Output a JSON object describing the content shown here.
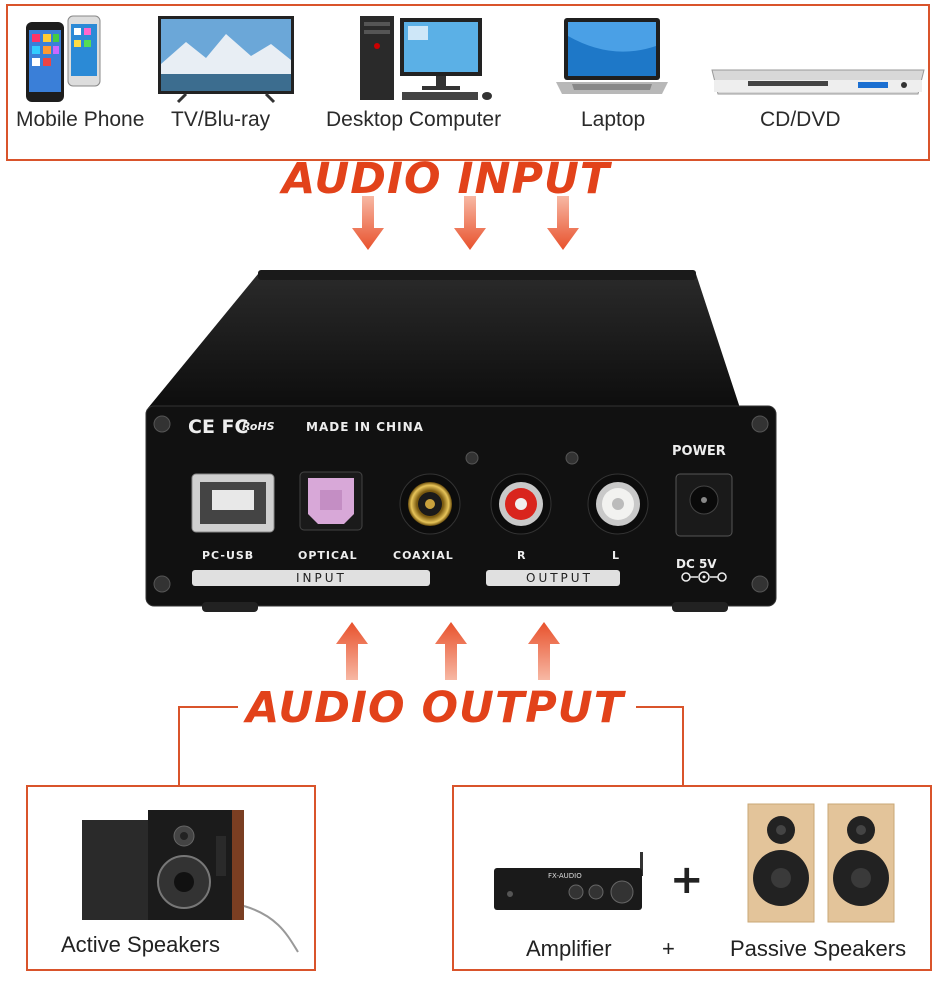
{
  "colors": {
    "accent": "#e2421a",
    "frame": "#d9542b",
    "device": "#151515"
  },
  "sources": [
    {
      "label": "Mobile Phone",
      "icon": "mobile-phone-icon"
    },
    {
      "label": "TV/Blu-ray",
      "icon": "tv-icon"
    },
    {
      "label": "Desktop Computer",
      "icon": "desktop-computer-icon"
    },
    {
      "label": "Laptop",
      "icon": "laptop-icon"
    },
    {
      "label": "CD/DVD",
      "icon": "cd-dvd-player-icon"
    }
  ],
  "input_heading": "AUDIO INPUT",
  "output_heading": "AUDIO OUTPUT",
  "device": {
    "certs": "CE FC",
    "rohs": "RoHS",
    "made_in": "MADE IN CHINA",
    "power": "POWER",
    "ports": {
      "usb": "PC-USB",
      "optical": "OPTICAL",
      "coaxial": "COAXIAL",
      "right": "R",
      "left": "L"
    },
    "input_group": "INPUT",
    "output_group": "OUTPUT",
    "dc": "DC 5V"
  },
  "outputs": {
    "active_speakers": "Active Speakers",
    "amplifier": "Amplifier",
    "plus": "+",
    "passive_speakers": "Passive Speakers",
    "amp_brand": "FX-AUDIO"
  }
}
